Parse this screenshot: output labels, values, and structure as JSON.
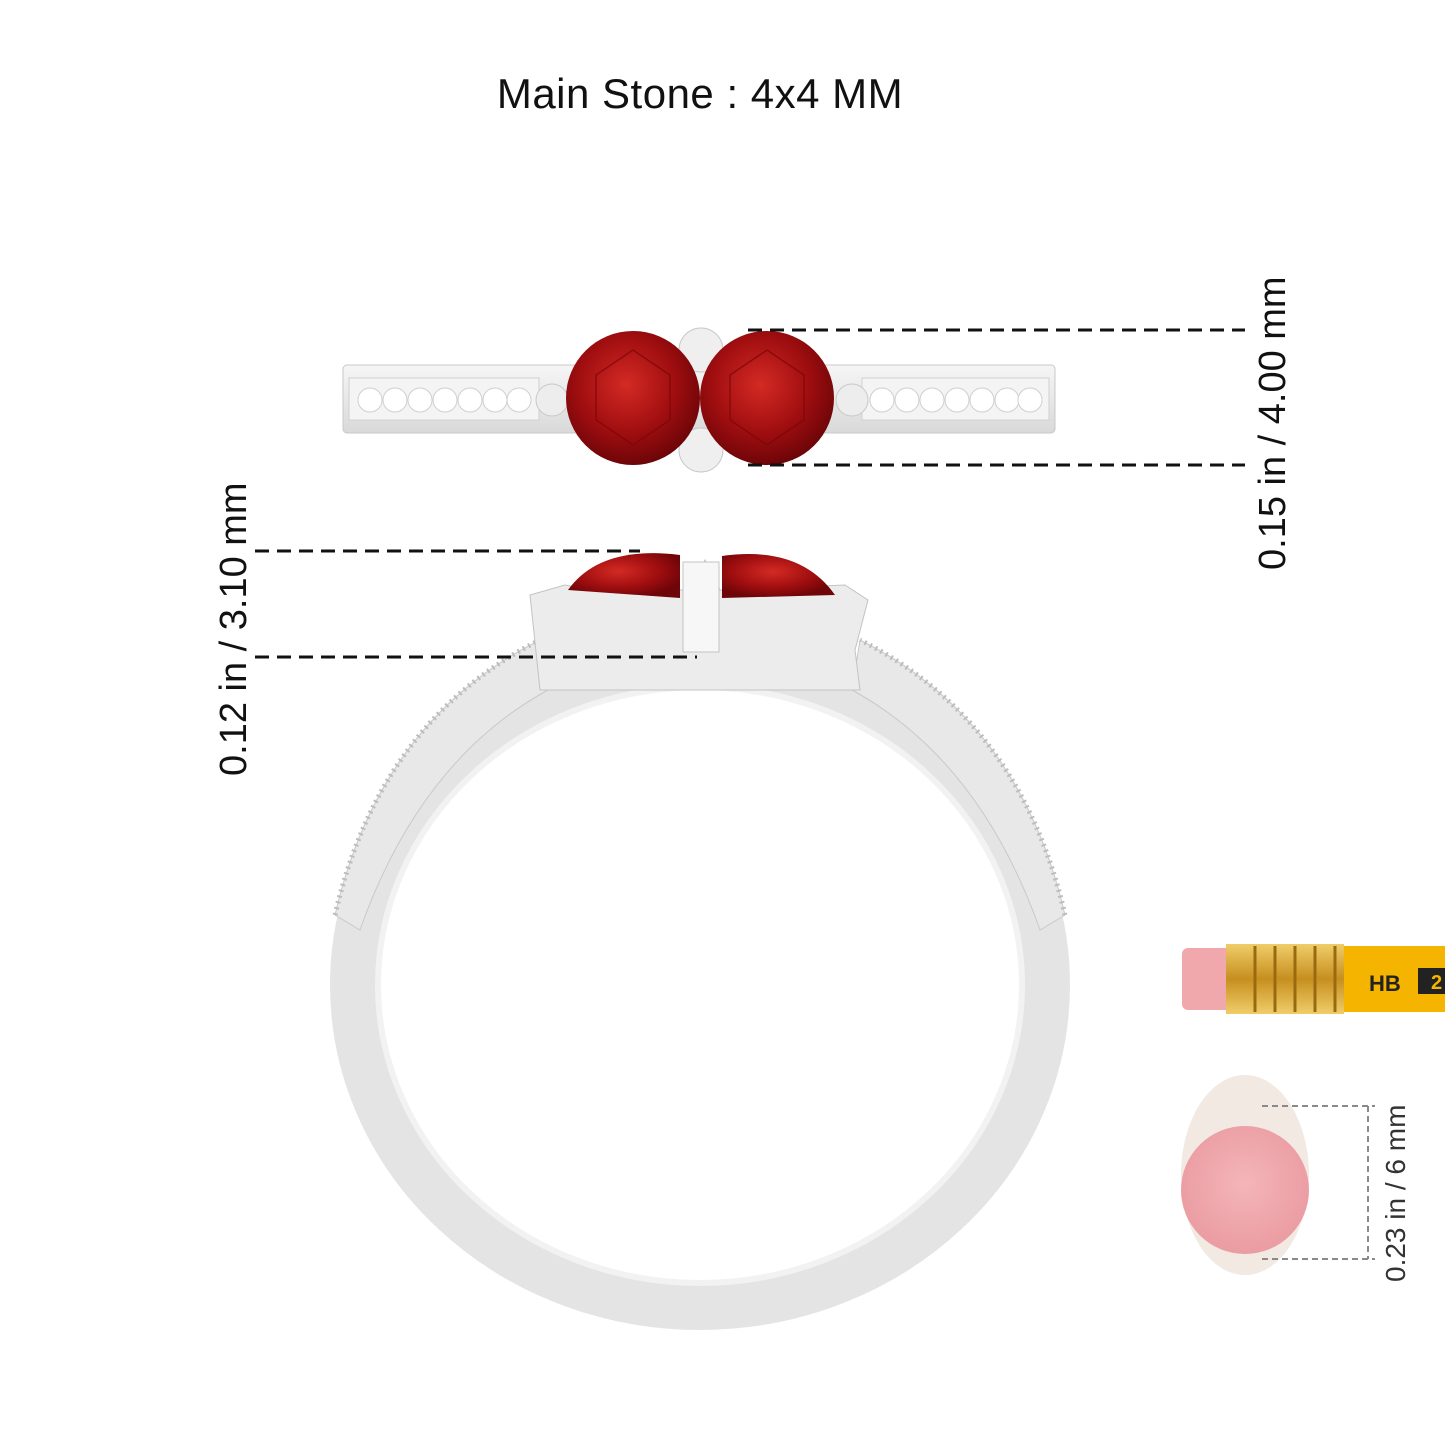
{
  "title": "Main Stone : 4x4 MM",
  "dimensions": {
    "top_view_width": "0.15 in / 4.00 mm",
    "side_view_height": "0.12 in / 3.10 mm",
    "eraser_diameter": "0.23 in / 6 mm"
  },
  "pencil": {
    "grade": "HB",
    "number": "2"
  },
  "colors": {
    "ruby": "#a00e10",
    "metal": "#e6e6e6",
    "eraser": "#f0a8ad",
    "pencil_body": "#f4b400",
    "ferrule": "#d8a431"
  }
}
